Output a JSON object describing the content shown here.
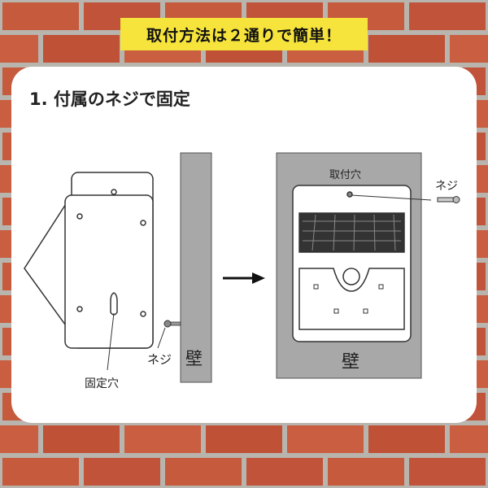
{
  "banner": {
    "title": "取付方法は２通りで簡単！"
  },
  "step": {
    "title": "1. 付属のネジで固定"
  },
  "left_diagram": {
    "screw_label": "ネジ",
    "wall_label": "壁",
    "hole_label": "固定穴"
  },
  "right_diagram": {
    "hole_label": "取付穴",
    "screw_label": "ネジ",
    "wall_label": "壁"
  },
  "colors": {
    "brick": "#c65a3c",
    "mortar": "#b8b4ae",
    "banner": "#f6e43c",
    "wall": "#a8a8a8"
  }
}
